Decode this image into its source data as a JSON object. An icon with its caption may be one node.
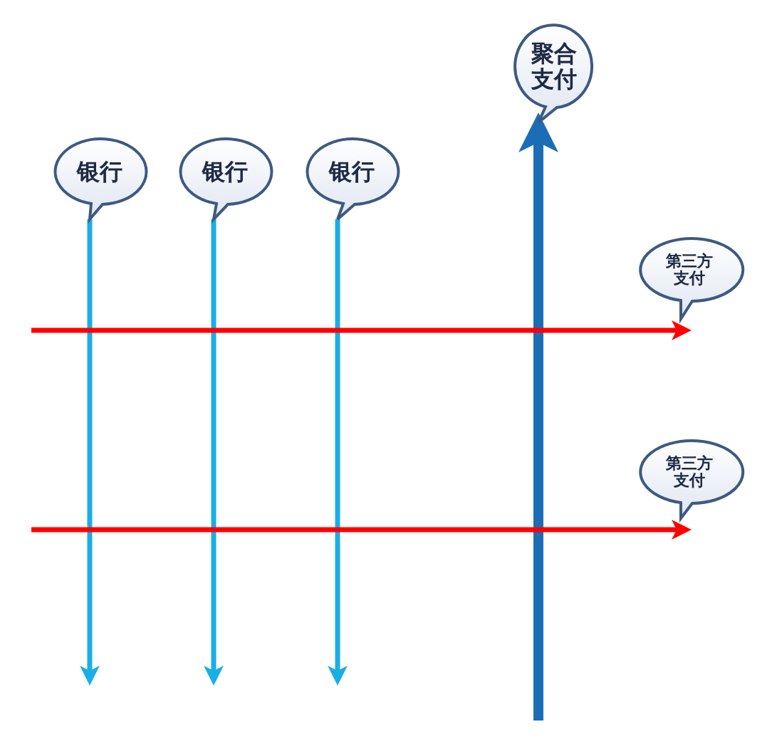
{
  "diagram": {
    "nodes": [
      {
        "text": [
          "聚合支付"
        ]
      },
      {
        "text": [
          "银行"
        ]
      },
      {
        "text": [
          "银行"
        ]
      },
      {
        "text": [
          "银行"
        ]
      },
      {
        "text": [
          "第三方支付"
        ]
      },
      {
        "text": [
          "第三方支付"
        ]
      }
    ],
    "edges": [
      {
        "from": 1,
        "to": null,
        "arrow": "to"
      },
      {
        "from": 2,
        "to": null,
        "arrow": "to"
      },
      {
        "from": 3,
        "to": null,
        "arrow": "to"
      },
      {
        "from": null,
        "to": 0,
        "arrow": "to",
        "style": "thick",
        "color": "#1b6db5"
      },
      {
        "from": null,
        "to": 4,
        "arrow": "to",
        "color": "#ff0000"
      },
      {
        "from": null,
        "to": 5,
        "arrow": "to",
        "color": "#ff0000"
      }
    ]
  }
}
